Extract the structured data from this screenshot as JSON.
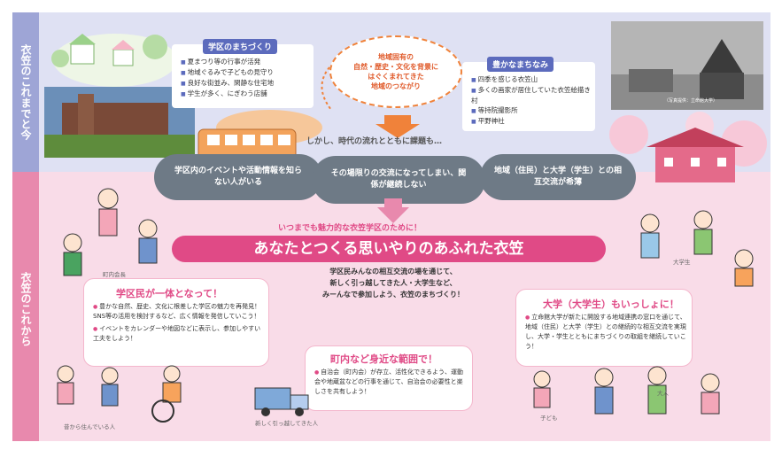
{
  "side": {
    "past": "衣笠のこれまでと今",
    "future": "衣笠のこれから"
  },
  "town_box": {
    "title": "学区のまちづくり",
    "items": [
      "夏まつり等の行事が活発",
      "地域ぐるみで子どもの見守り",
      "良好な街並み、閑静な住宅地",
      "学生が多く、にぎわう店舗"
    ]
  },
  "center_oval": {
    "lines": [
      "地域固有の",
      "自然・歴史・文化を背景に",
      "はぐくまれてきた",
      "地域のつながり"
    ]
  },
  "rich_box": {
    "title": "豊かなまちなみ",
    "items": [
      "四季を感じる衣笠山",
      "多くの画家が居住していた衣笠絵描き村",
      "等持院撮影所",
      "平野神社"
    ]
  },
  "photo_caption": "（写真提供：立命館大学）",
  "transition": "しかし、時代の流れとともに課題も…",
  "clouds": [
    "学区内のイベントや活動情報を知らない人がいる",
    "その場限りの交流になってしまい、関係が継続しない",
    "地域（住民）と大学（学生）との相互交流が希薄"
  ],
  "subtitle": "いつまでも魅力的な衣笠学区のために！",
  "main_title": "あなたとつくる思いやりのあふれた衣笠",
  "center_message": [
    "学区民みんなの相互交流の場を通じて、",
    "新しく引っ越してきた人・大学生など、",
    "みーんなで参加しよう、衣笠のまちづくり！"
  ],
  "left_box": {
    "title": "学区民が一体となって！",
    "items": [
      "豊かな自然、歴史、文化に根差した学区の魅力を再発見！SNS等の活用を検討するなど、広く情報を発信していこう！",
      "イベントをカレンダーや地図などに表示し、参加しやすい工夫をしよう！"
    ]
  },
  "right_box": {
    "title": "大学（大学生）もいっしょに！",
    "items": [
      "立命館大学が新たに開設する地域連携の窓口を通じて、地域（住民）と大学（学生）との継続的な相互交流を実現し、大学・学生とともにまちづくりの取組を継続していこう！"
    ]
  },
  "bottom_box": {
    "title": "町内など身近な範囲で！",
    "items": [
      "自治会（町内会）が存立、活性化できるよう、運動会や地蔵盆などの行事を通じて、自治会の必要性と楽しさを共有しよう！"
    ]
  },
  "people_labels": {
    "elder": "町内会長",
    "student": "大学生",
    "longtime": "昔から住んでいる人",
    "newcomer": "新しく引っ越してきた人",
    "child": "子ども",
    "adult": "大人"
  },
  "colors": {
    "top_band": "#dfe1f3",
    "bottom_band": "#f9dce8",
    "accent_blue": "#5c6bbd",
    "accent_pink": "#e04a86",
    "cloud_gray": "#6e7a86",
    "arrow_orange": "#f0823a"
  }
}
